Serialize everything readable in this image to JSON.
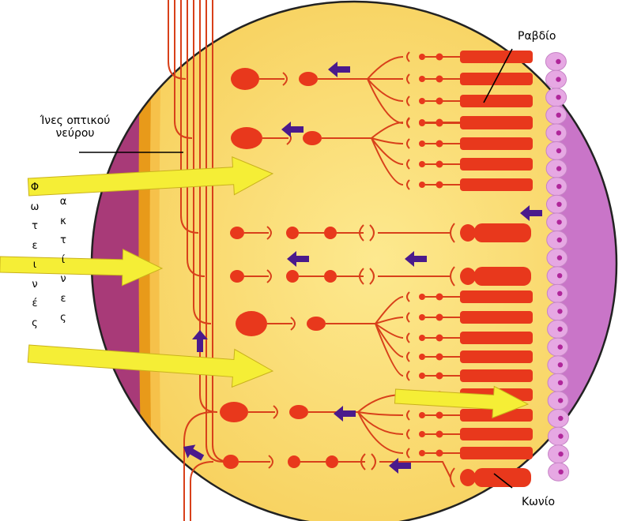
{
  "labels": {
    "rod": "Ραβδίο",
    "cone": "Κωνίο",
    "optic_fibers_line1": "Ίνες οπτικού",
    "optic_fibers_line2": "νεύρου"
  },
  "vertical_words": {
    "left": [
      "Φ",
      "ω",
      "τ",
      "ε",
      "ι",
      "ν",
      "έ",
      "ς"
    ],
    "right": [
      "α",
      "κ",
      "τ",
      "ί",
      "ν",
      "ε",
      "ς"
    ]
  },
  "colors": {
    "outer_tissue": "#a83a78",
    "inner_tissue": "#c975c8",
    "retina_fill": "#fbdc73",
    "nerve_band": "#f29a12",
    "cell": "#e8381c",
    "line": "#d8401a",
    "pigment_cell": "#e6a8e3",
    "pigment_nucleus": "#b0269a",
    "light_arrow": "#f5ee36",
    "signal_arrow": "#4a1a8c"
  },
  "icons": {
    "light_ray": "yellow-arrow-icon",
    "signal_direction": "purple-arrow-icon"
  }
}
